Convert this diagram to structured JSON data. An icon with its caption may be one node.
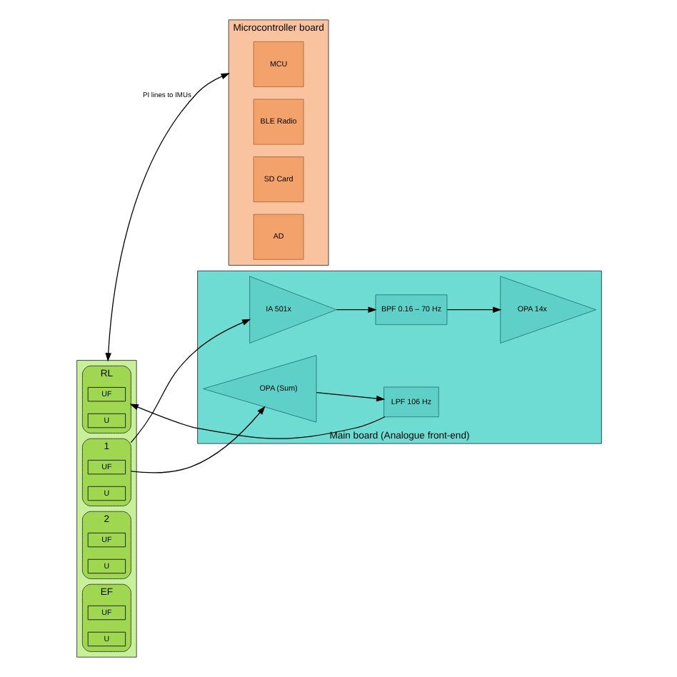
{
  "diagram": {
    "nodes": [
      {
        "text": [],
        "shape": "box"
      },
      {
        "text": [
          "RL"
        ],
        "in": 0
      },
      {
        "text": [
          "UF"
        ],
        "in": 1
      },
      {
        "text": [
          "U"
        ],
        "in": 1
      },
      {
        "text": [
          "1"
        ],
        "in": 0
      },
      {
        "text": [
          "UF"
        ],
        "in": 4
      },
      {
        "text": [
          "U"
        ],
        "in": 4
      },
      {
        "text": [
          "2"
        ],
        "in": 0
      },
      {
        "text": [
          "UF"
        ],
        "in": 7
      },
      {
        "text": [
          "U"
        ],
        "in": 7
      },
      {
        "text": [
          "EF"
        ],
        "in": 0
      },
      {
        "text": [
          "UF"
        ],
        "in": 10
      },
      {
        "text": [
          "U"
        ],
        "in": 10
      },
      {
        "text": [
          "Main board (Analogue front-end)"
        ]
      },
      {
        "text": [
          "LPF 106 Hz"
        ],
        "in": 13
      },
      {
        "text": [
          "OPA (Sum)"
        ],
        "in": 13
      },
      {
        "text": [
          "IA 501x"
        ],
        "in": 13
      },
      {
        "text": [
          "BPF 0.16 – 70 Hz"
        ],
        "in": 13
      },
      {
        "text": [
          "OPA 14x"
        ],
        "in": 13
      },
      {
        "text": [
          "Microcontroller board"
        ]
      },
      {
        "text": [
          "MCU"
        ],
        "in": 19
      },
      {
        "text": [
          "BLE Radio"
        ],
        "in": 19
      },
      {
        "text": [
          "SD Card"
        ],
        "in": 19
      },
      {
        "text": [
          "AD"
        ],
        "in": 19
      }
    ],
    "edges": [
      {
        "from": 15,
        "to": 14,
        "arrow": "to"
      },
      {
        "from": 14,
        "to": 1,
        "arrow": "to"
      },
      {
        "from": 4,
        "to": 16,
        "arrow": "to"
      },
      {
        "from": 4,
        "to": 15,
        "arrow": "to"
      },
      {
        "from": 16,
        "to": 17,
        "arrow": "to"
      },
      {
        "from": 17,
        "to": 18,
        "arrow": "to"
      },
      {
        "from": 0,
        "to": 19,
        "arrow": "both",
        "label": "PI lines to IMUs"
      }
    ]
  }
}
